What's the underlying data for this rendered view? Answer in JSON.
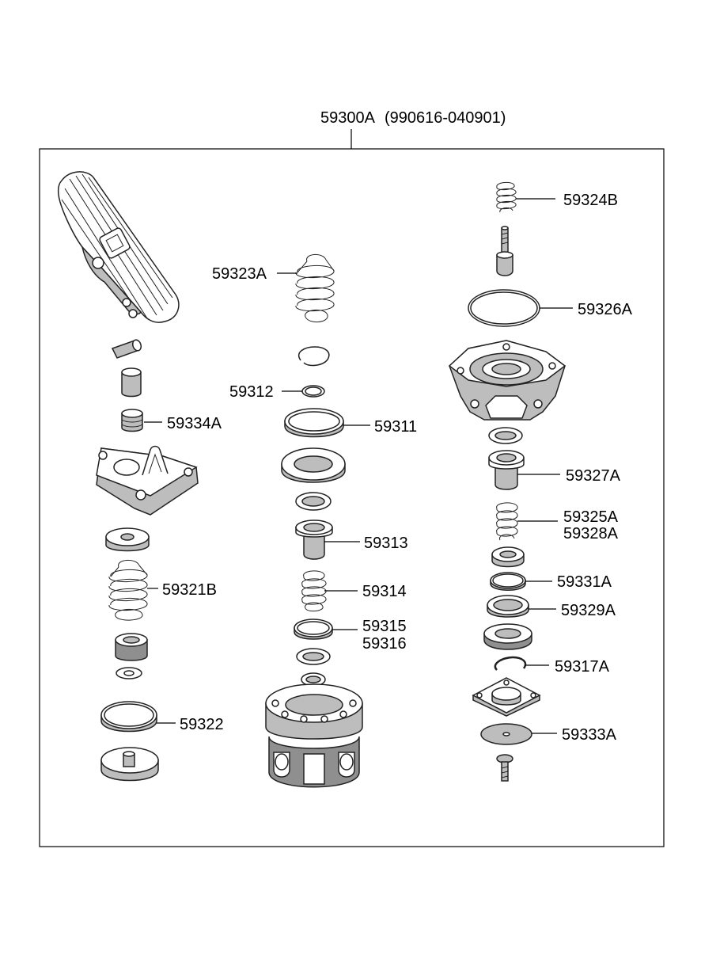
{
  "assembly": {
    "number": "59300A",
    "date_range": "(990616-040901)"
  },
  "parts": [
    {
      "id": "lbl-59324B",
      "number": "59324B"
    },
    {
      "id": "lbl-59326A",
      "number": "59326A"
    },
    {
      "id": "lbl-59323A",
      "number": "59323A"
    },
    {
      "id": "lbl-59312",
      "number": "59312"
    },
    {
      "id": "lbl-59311",
      "number": "59311"
    },
    {
      "id": "lbl-59334A",
      "number": "59334A"
    },
    {
      "id": "lbl-59327A",
      "number": "59327A"
    },
    {
      "id": "lbl-59313",
      "number": "59313"
    },
    {
      "id": "lbl-59325A",
      "number": "59325A"
    },
    {
      "id": "lbl-59328A",
      "number": "59328A"
    },
    {
      "id": "lbl-59321B",
      "number": "59321B"
    },
    {
      "id": "lbl-59314",
      "number": "59314"
    },
    {
      "id": "lbl-59331A",
      "number": "59331A"
    },
    {
      "id": "lbl-59329A",
      "number": "59329A"
    },
    {
      "id": "lbl-59315",
      "number": "59315"
    },
    {
      "id": "lbl-59316",
      "number": "59316"
    },
    {
      "id": "lbl-59317A",
      "number": "59317A"
    },
    {
      "id": "lbl-59322",
      "number": "59322"
    },
    {
      "id": "lbl-59333A",
      "number": "59333A"
    }
  ]
}
